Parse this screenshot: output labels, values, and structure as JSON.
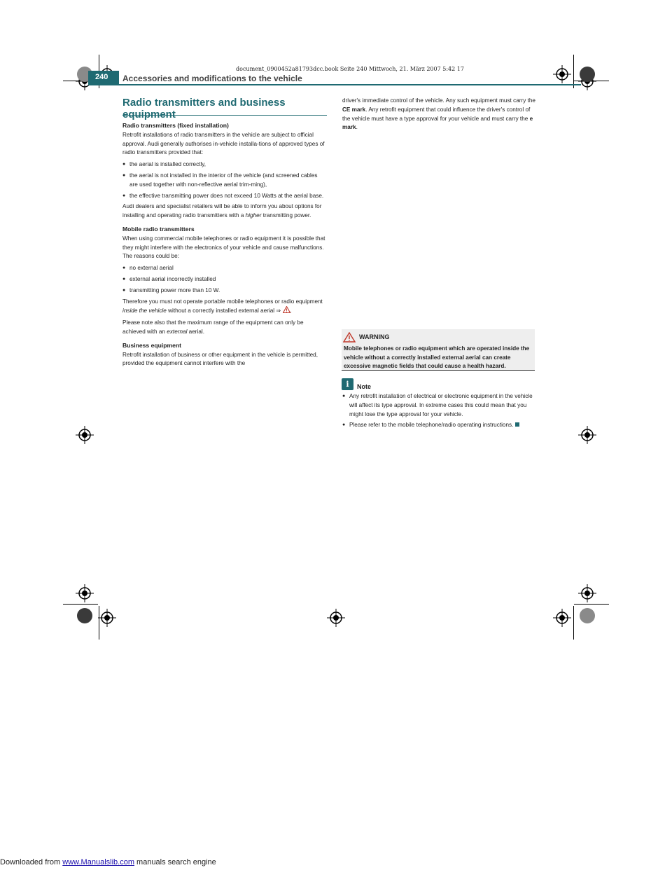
{
  "header": {
    "page_number": "240",
    "running_title": "Accessories and modifications to the vehicle"
  },
  "file_stamp": "document_0900452a81793dcc.book  Seite 240  Mittwoch, 21. März 2007  5:42 17",
  "section_title": "Radio transmitters and business equipment",
  "left_column": {
    "h1": "Radio transmitters (fixed installation)",
    "p1": "Retrofit installations of radio transmitters in the vehicle are subject to official approval. Audi generally authorises in-vehicle installa-tions of approved types of radio transmitters provided that:",
    "b1": "the aerial is installed correctly,",
    "b2": "the aerial is not installed in the interior of the vehicle (and screened cables are used together with non-reflective aerial trim-ming),",
    "b3": "the effective transmitting power does not exceed 10 Watts at the aerial base.",
    "p2a": "Audi dealers and specialist retailers will be able to inform you about options for installing and operating radio transmitters with a ",
    "p2b": "higher",
    "p2c": " transmitting power.",
    "h2": "Mobile radio transmitters",
    "p3": "When using commercial mobile telephones or radio equipment it is possible that they might interfere with the electronics of your vehicle and cause malfunctions. The reasons could be:",
    "b4": "no external aerial",
    "b5": "external aerial incorrectly installed",
    "b6": "transmitting power more than 10 W.",
    "p4a": "Therefore you must not operate portable mobile telephones or radio equipment ",
    "p4b": "inside the vehicle",
    "p4c": " without a correctly installed external aerial ⇒ ",
    "p4d": ".",
    "p5a": "Please note also that the maximum range of the equipment can only be achieved with an ",
    "p5b": "external",
    "p5c": " aerial.",
    "h3": "Business equipment",
    "p6": "Retrofit installation of business or other equipment in the vehicle is permitted, provided the equipment cannot interfere with the"
  },
  "right_column": {
    "p1a": "driver's immediate control of the vehicle. Any such equipment must carry the ",
    "p1b": "CE mark",
    "p1c": ". Any retrofit equipment that could influence the driver's control of the vehicle must have a type approval for your vehicle and must carry the ",
    "p1d": "e mark",
    "p1e": ".",
    "warning_title": "WARNING",
    "warning_text": "Mobile telephones or radio equipment which are operated inside the vehicle without a correctly installed external aerial can create excessive magnetic fields that could cause a health hazard.",
    "note_label": "Note",
    "note_b1": "Any retrofit installation of electrical or electronic equipment in the vehicle will affect its type approval. In extreme cases this could mean that you might lose the type approval for your vehicle.",
    "note_b2": "Please refer to the mobile telephone/radio operating instructions."
  },
  "footer": {
    "prefix": "Downloaded from ",
    "link": "www.Manualslib.com",
    "suffix": " manuals search engine"
  },
  "colors": {
    "accent": "#1f6a72",
    "warning_bg": "#eeeeee",
    "warning_icon": "#c0392b"
  }
}
